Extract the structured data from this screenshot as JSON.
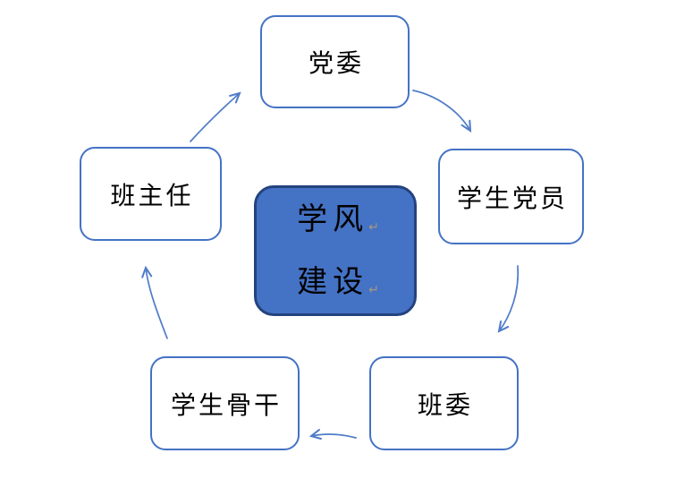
{
  "diagram": {
    "type": "cycle",
    "cycle_direction": "clockwise",
    "center_node": {
      "line1": "学风",
      "line2": "建设",
      "paragraph_mark": "↵"
    },
    "nodes": [
      {
        "id": "party-committee",
        "label": "党委",
        "position": "top"
      },
      {
        "id": "student-party-members",
        "label": "学生党员",
        "position": "right"
      },
      {
        "id": "class-committee",
        "label": "班委",
        "position": "bottom-right"
      },
      {
        "id": "student-backbone",
        "label": "学生骨干",
        "position": "bottom-left"
      },
      {
        "id": "head-teacher",
        "label": "班主任",
        "position": "left"
      }
    ],
    "colors": {
      "node_border": "#4472C4",
      "center_fill": "#4472C4",
      "center_border": "#24437E",
      "arrow": "#4F7CC9",
      "text": "#000000",
      "paragraph_mark": "#A59780",
      "background": "#FFFFFF"
    }
  }
}
